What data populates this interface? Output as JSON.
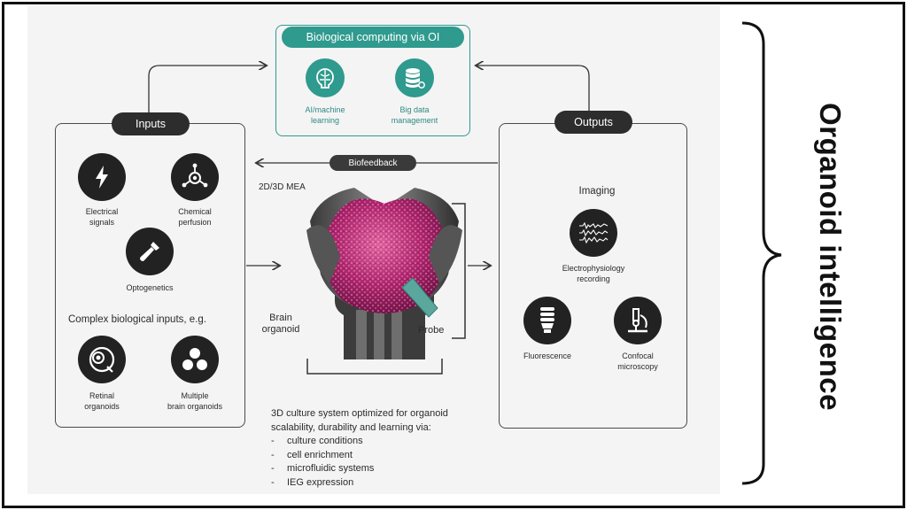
{
  "title": "Organoid intelligence",
  "oi": {
    "title": "Biological computing via OI",
    "items": [
      {
        "label_line1": "AI/machine",
        "label_line2": "learning",
        "icon": "brain-icon"
      },
      {
        "label_line1": "Big data",
        "label_line2": "management",
        "icon": "database-icon"
      }
    ]
  },
  "inputs": {
    "title": "Inputs",
    "items": [
      {
        "label_line1": "Electrical",
        "label_line2": "signals",
        "icon": "lightning-icon"
      },
      {
        "label_line1": "Chemical",
        "label_line2": "perfusion",
        "icon": "molecule-icon"
      },
      {
        "label_line1": "Optogenetics",
        "label_line2": "",
        "icon": "flashlight-icon"
      }
    ],
    "complex_heading": "Complex biological inputs, e.g.",
    "complex_items": [
      {
        "label_line1": "Retinal",
        "label_line2": "organoids",
        "icon": "eye-icon"
      },
      {
        "label_line1": "Multiple",
        "label_line2": "brain organoids",
        "icon": "spheres-icon"
      }
    ]
  },
  "outputs": {
    "title": "Outputs",
    "imaging": "Imaging",
    "items": [
      {
        "label_line1": "Electrophysiology",
        "label_line2": "recording",
        "icon": "waveform-icon"
      },
      {
        "label_line1": "Fluorescence",
        "label_line2": "",
        "icon": "lightbulb-icon"
      },
      {
        "label_line1": "Confocal",
        "label_line2": "microscopy",
        "icon": "microscope-icon"
      }
    ]
  },
  "biofeedback": "Biofeedback",
  "center": {
    "mea": "2D/3D MEA",
    "organoid_line1": "Brain",
    "organoid_line2": "organoid",
    "probe": "Probe"
  },
  "culture": {
    "intro_line1": "3D culture system optimized for organoid",
    "intro_line2": "scalability, durability and learning via:",
    "items": [
      "culture conditions",
      "cell enrichment",
      "microfluidic systems",
      "IEG expression"
    ]
  },
  "colors": {
    "teal": "#2f9a8e",
    "dark": "#222222",
    "organoid": "#b0256e"
  }
}
